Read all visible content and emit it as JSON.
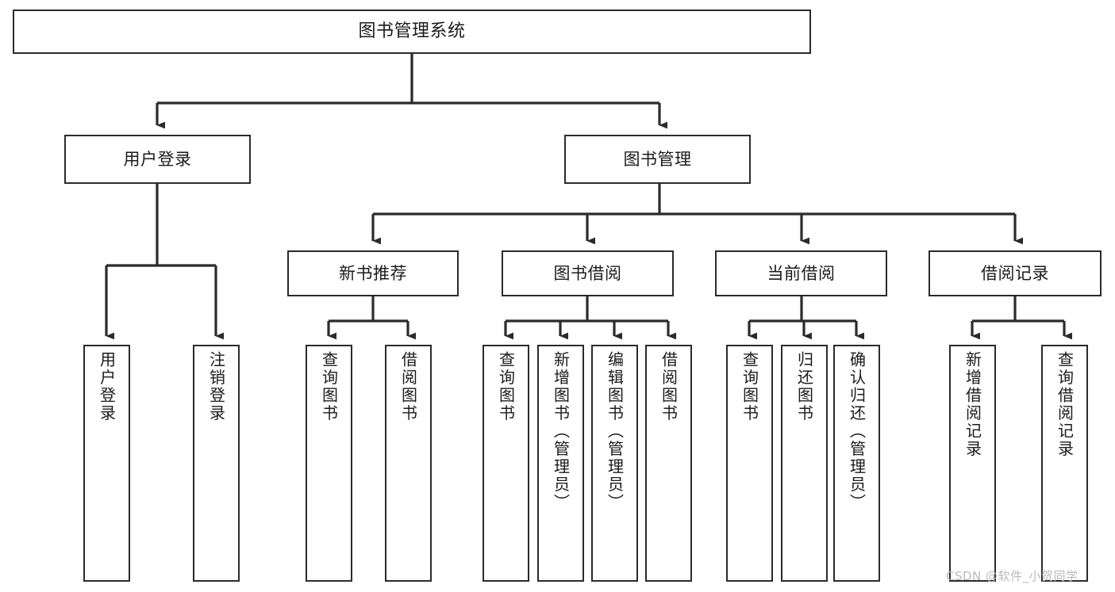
{
  "diagram": {
    "type": "tree-hierarchy-chart",
    "title": "图书管理系统",
    "orientation": "top-down",
    "box_fill": "#ffffff",
    "box_stroke": "#2b2b2b",
    "connector_color": "#2b2b2b",
    "levels": {
      "root": {
        "label": "图书管理系统"
      },
      "level2": [
        {
          "label": "用户登录"
        },
        {
          "label": "图书管理"
        }
      ],
      "level3": [
        {
          "label": "新书推荐"
        },
        {
          "label": "图书借阅"
        },
        {
          "label": "当前借阅"
        },
        {
          "label": "借阅记录"
        }
      ]
    },
    "leaves": {
      "user_login": [
        {
          "label": "用户登录"
        },
        {
          "label": "注销登录"
        }
      ],
      "new_book_recommend": [
        {
          "label": "查询图书"
        },
        {
          "label": "借阅图书"
        }
      ],
      "book_borrow": [
        {
          "label": "查询图书"
        },
        {
          "label": "新增图书（管理员）"
        },
        {
          "label": "编辑图书（管理员）"
        },
        {
          "label": "借阅图书"
        }
      ],
      "current_borrow": [
        {
          "label": "查询图书"
        },
        {
          "label": "归还图书"
        },
        {
          "label": "确认归还（管理员）"
        }
      ],
      "borrow_record": [
        {
          "label": "新增借阅记录"
        },
        {
          "label": "查询借阅记录"
        }
      ]
    }
  },
  "watermark": {
    "text": "CSDN @软件_小贺同学"
  }
}
